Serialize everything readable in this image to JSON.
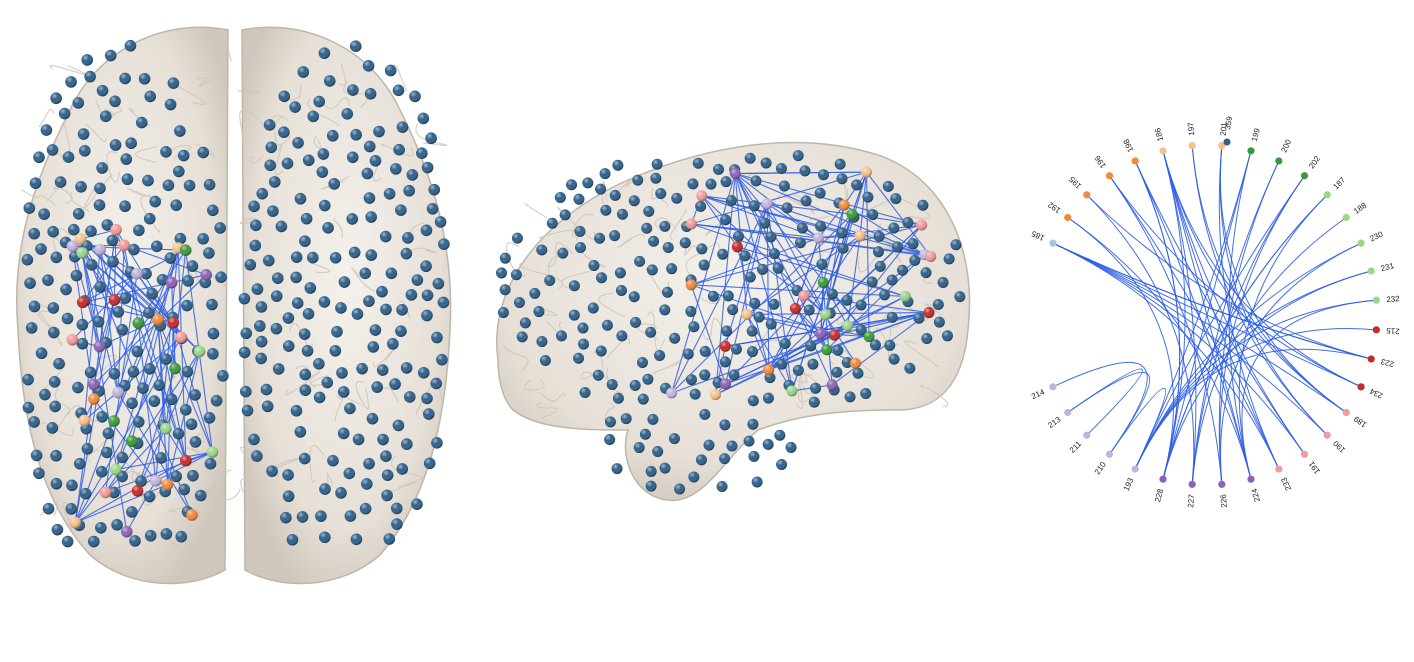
{
  "colors": {
    "background": "#ffffff",
    "brain_surface": "#e9e4dd",
    "brain_shadow": "#c9c2b8",
    "default_node": "#2d5f8a",
    "edge": "#2f5ee6"
  },
  "chord": {
    "legend_node": {
      "label": "359",
      "color": "#2d5f8a"
    },
    "nodes": [
      {
        "label": "185",
        "color": "#a9c4e6"
      },
      {
        "label": "192",
        "color": "#f08a3c"
      },
      {
        "label": "195",
        "color": "#f08a3c"
      },
      {
        "label": "196",
        "color": "#f08a3c"
      },
      {
        "label": "198",
        "color": "#f08a3c"
      },
      {
        "label": "186",
        "color": "#f5c18a"
      },
      {
        "label": "197",
        "color": "#f5c18a"
      },
      {
        "label": "201",
        "color": "#f5c18a"
      },
      {
        "label": "199",
        "color": "#3a9a3a"
      },
      {
        "label": "200",
        "color": "#3a9a3a"
      },
      {
        "label": "202",
        "color": "#3a9a3a"
      },
      {
        "label": "187",
        "color": "#9ad68a"
      },
      {
        "label": "188",
        "color": "#9ad68a"
      },
      {
        "label": "230",
        "color": "#9ad68a"
      },
      {
        "label": "231",
        "color": "#9ad68a"
      },
      {
        "label": "232",
        "color": "#9ad68a"
      },
      {
        "label": "215",
        "color": "#c62a2a"
      },
      {
        "label": "223",
        "color": "#c62a2a"
      },
      {
        "label": "234",
        "color": "#c62a2a"
      },
      {
        "label": "189",
        "color": "#f39a9a"
      },
      {
        "label": "190",
        "color": "#f39a9a"
      },
      {
        "label": "191",
        "color": "#f39a9a"
      },
      {
        "label": "233",
        "color": "#f39a9a"
      },
      {
        "label": "224",
        "color": "#8c62b8"
      },
      {
        "label": "226",
        "color": "#8c62b8"
      },
      {
        "label": "227",
        "color": "#8c62b8"
      },
      {
        "label": "228",
        "color": "#8c62b8"
      },
      {
        "label": "193",
        "color": "#c3b3dc"
      },
      {
        "label": "210",
        "color": "#c3b3dc"
      },
      {
        "label": "211",
        "color": "#c3b3dc"
      },
      {
        "label": "213",
        "color": "#c3b3dc"
      },
      {
        "label": "214",
        "color": "#c3b3dc"
      }
    ],
    "links": [
      [
        "193",
        "231"
      ],
      [
        "193",
        "230"
      ],
      [
        "193",
        "232"
      ],
      [
        "193",
        "202"
      ],
      [
        "193",
        "199"
      ],
      [
        "193",
        "223"
      ],
      [
        "185",
        "234"
      ],
      [
        "185",
        "223"
      ],
      [
        "185",
        "233"
      ],
      [
        "185",
        "189"
      ],
      [
        "185",
        "190"
      ],
      [
        "185",
        "191"
      ],
      [
        "192",
        "224"
      ],
      [
        "192",
        "228"
      ],
      [
        "195",
        "227"
      ],
      [
        "196",
        "226"
      ],
      [
        "198",
        "224"
      ],
      [
        "198",
        "228"
      ],
      [
        "186",
        "233"
      ],
      [
        "186",
        "191"
      ],
      [
        "186",
        "228"
      ],
      [
        "186",
        "227"
      ],
      [
        "197",
        "190"
      ],
      [
        "201",
        "189"
      ],
      [
        "199",
        "228"
      ],
      [
        "200",
        "227"
      ],
      [
        "202",
        "226"
      ],
      [
        "187",
        "224"
      ],
      [
        "187",
        "228"
      ],
      [
        "188",
        "227"
      ],
      [
        "230",
        "226"
      ],
      [
        "231",
        "228"
      ],
      [
        "232",
        "224"
      ],
      [
        "215",
        "193"
      ],
      [
        "223",
        "185"
      ],
      [
        "234",
        "186"
      ],
      [
        "189",
        "197"
      ],
      [
        "190",
        "201"
      ],
      [
        "191",
        "198"
      ],
      [
        "233",
        "196"
      ],
      [
        "224",
        "199"
      ],
      [
        "226",
        "200"
      ],
      [
        "227",
        "202"
      ],
      [
        "228",
        "187"
      ],
      [
        "210",
        "214"
      ],
      [
        "211",
        "213"
      ],
      [
        "210",
        "213"
      ],
      [
        "193",
        "210"
      ],
      [
        "224",
        "186"
      ],
      [
        "228",
        "198"
      ],
      [
        "233",
        "201"
      ],
      [
        "189",
        "186"
      ],
      [
        "234",
        "196"
      ],
      [
        "223",
        "195"
      ]
    ]
  }
}
